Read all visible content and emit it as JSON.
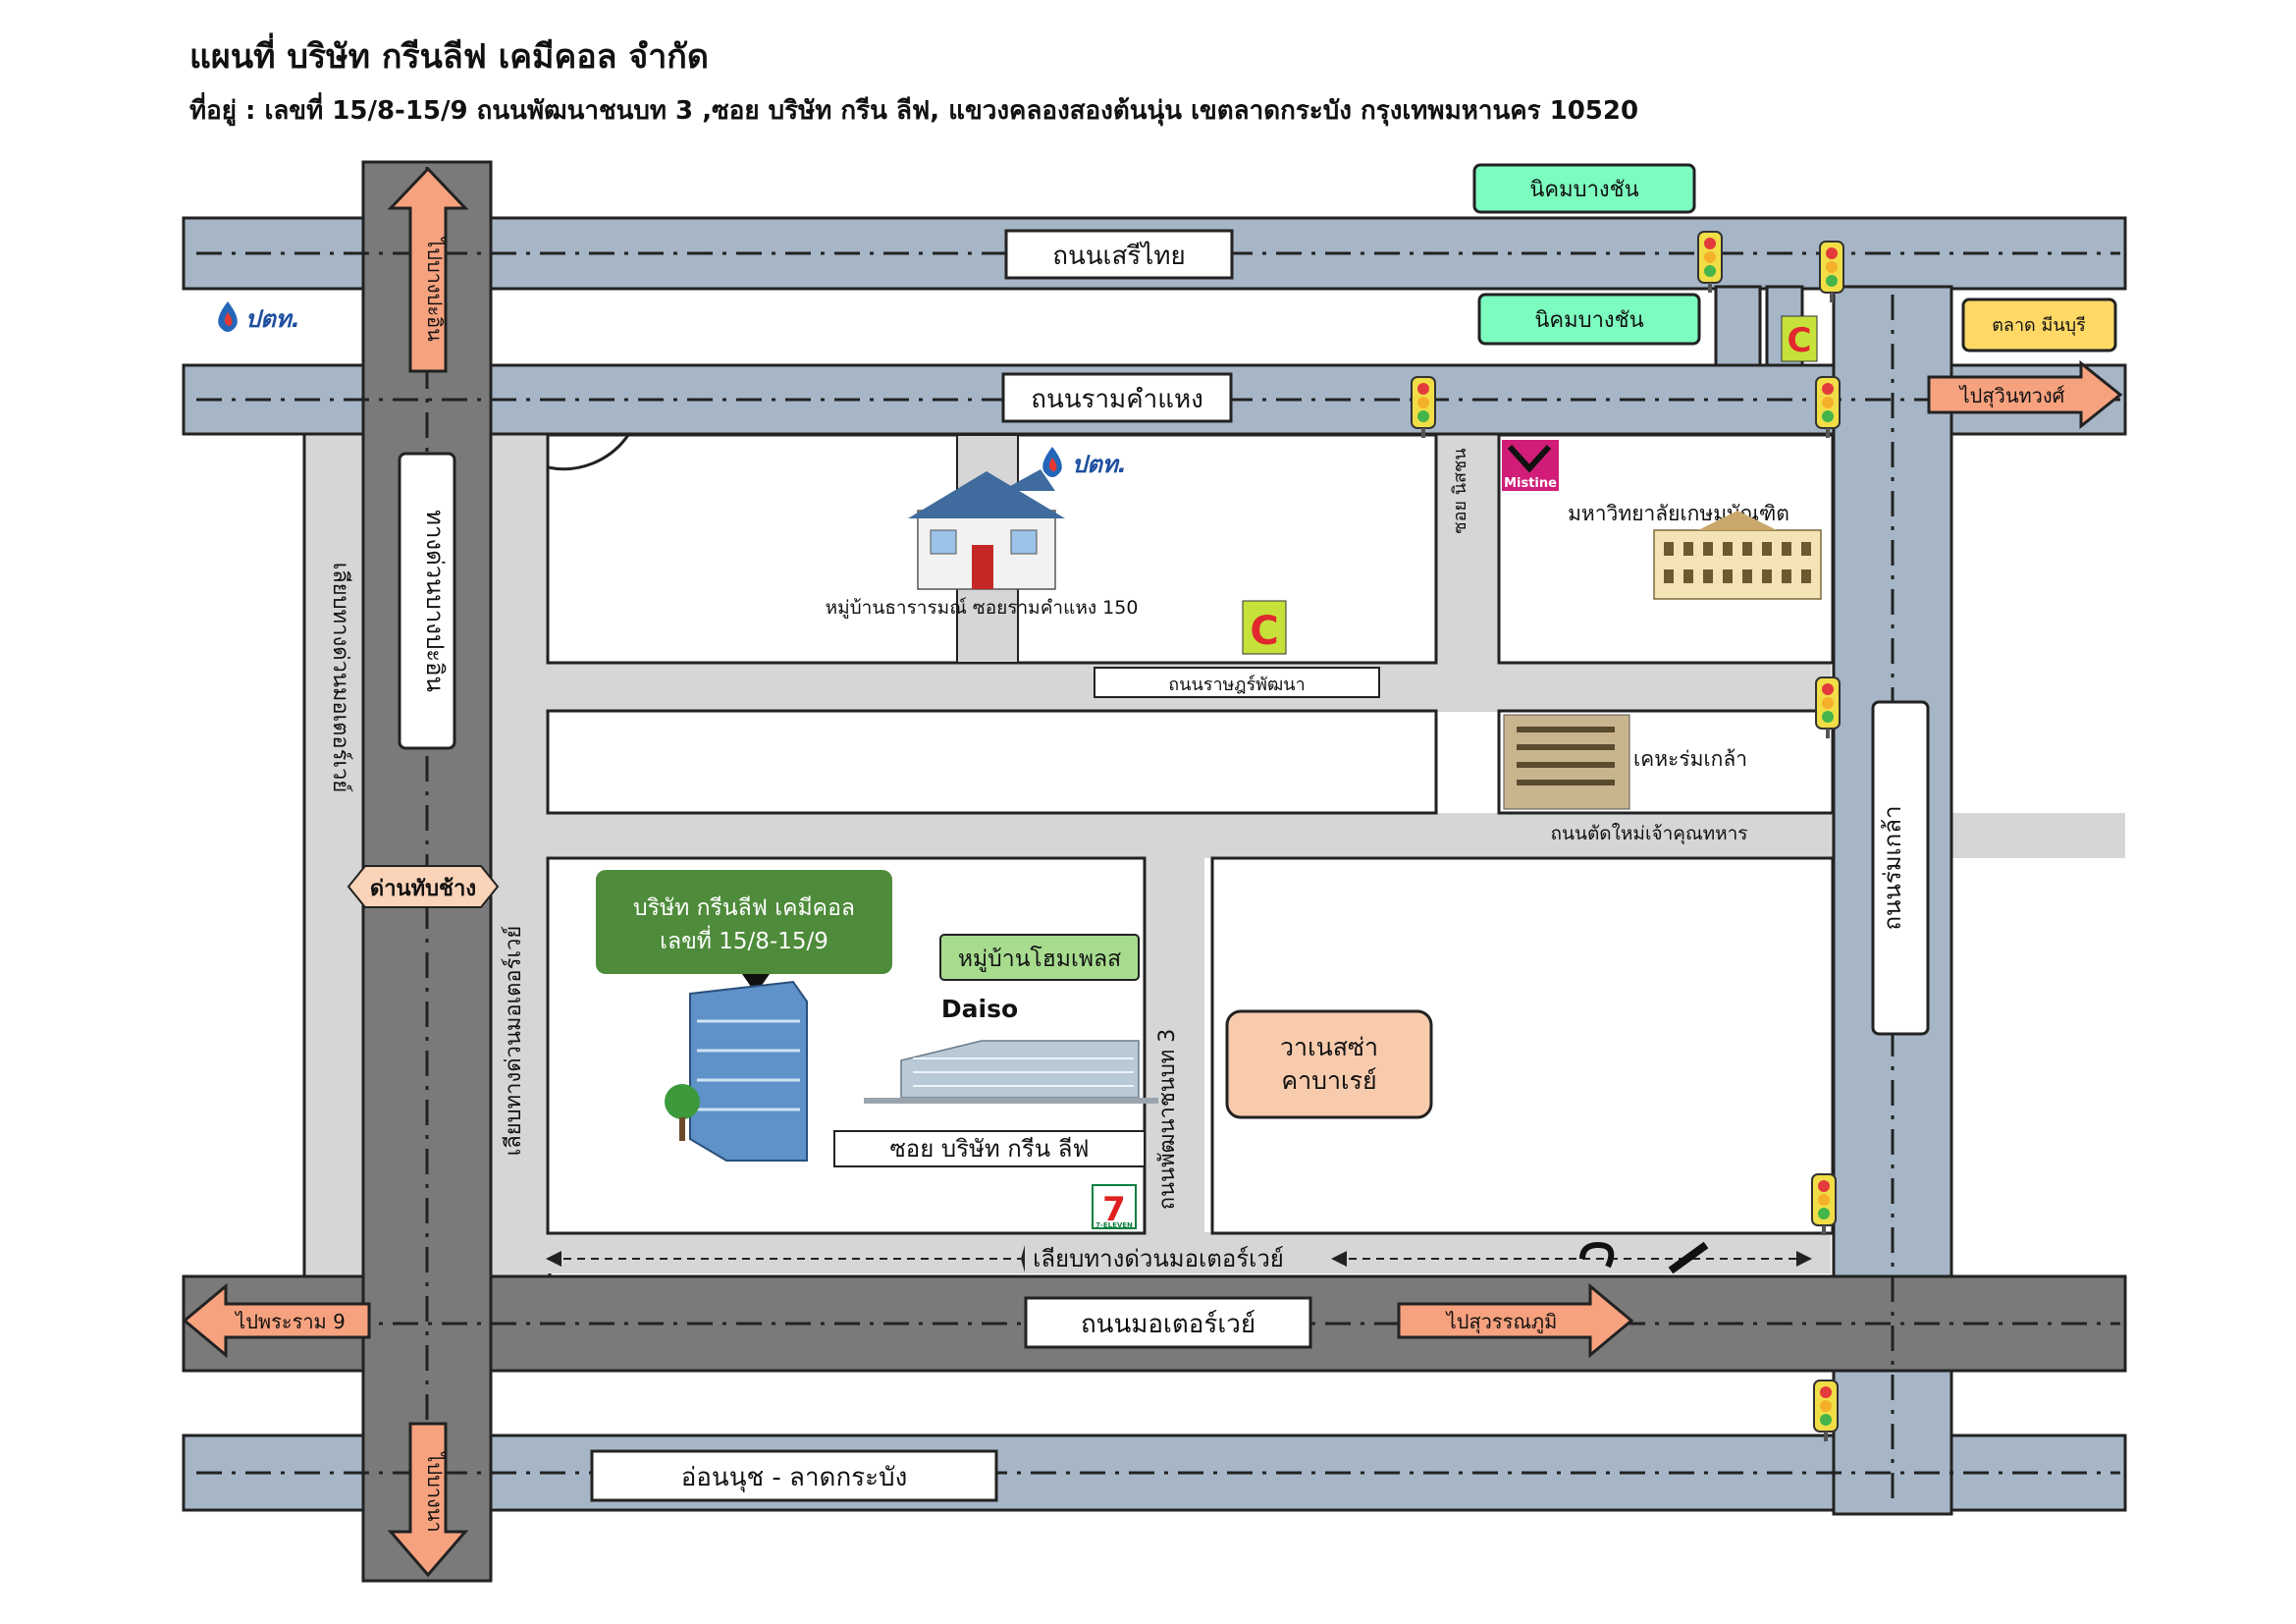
{
  "header": {
    "title": "แผนที่ บริษัท กรีนลีฟ เคมีคอล จำกัด",
    "address": "ที่อยู่ : เลขที่ 15/8-15/9 ถนนพัฒนาชนบท 3 ,ซอย บริษัท กรีน ลีฟ, แขวงคลองสองต้นนุ่น เขตลาดกระบัง กรุงเทพมหานคร 10520"
  },
  "roads": {
    "seri_thai": "ถนนเสรีไทย",
    "ramkhamhaeng": "ถนนรามคำแหง",
    "ratpattana": "ถนนราษฎร์พัฒนา",
    "chaokhun_thahan": "ถนนตัดใหม่เจ้าคุณทหาร",
    "motorway": "ถนนมอเตอร์เวย์",
    "onnut": "อ่อนนุช - ลาดกระบัง",
    "romklao": "ถนนร่มเกล้า",
    "pattana_chonnabot": "ถนนพัฒนาชนบท 3",
    "soi_greenleaf": "ซอย บริษัท กรีน ลีฟ",
    "soi_nisachon": "ซอย นิสชน",
    "frontage_left_outer": "เลียบทางด่วนมอเตอร์เวย์",
    "frontage_left_inner": "เลียบทางด่วนมอเตอร์เวย์",
    "frontage_bottom": "เลียบทางด่วนมอเตอร์เวย์",
    "bangprakong_way": "ทางด่วนบางปะอิน"
  },
  "arrows": {
    "north": "ไปบางปะอิน",
    "south": "ไปบางนา",
    "west": "ไปพระราม 9",
    "east_motorway": "ไปสุวรรณภูมิ",
    "east_ramkhamhaeng": "ไปสุวินทวงศ์"
  },
  "landmarks": {
    "nikhom_top": "นิคมบางชัน",
    "nikhom_second": "นิคมบางชัน",
    "market": "ตลาด มีนบุรี",
    "ptt_brand": "ปตท.",
    "village_tararom": "หมู่บ้านธารารมณ์ ซอยรามคำแหง 150",
    "university": "มหาวิทยาลัยเกษมบัณฑิต",
    "mistine": "Mistine",
    "kheha": "เคหะร่มเกล้า",
    "toll": "ด่านทับช้าง",
    "company_line1": "บริษัท กรีนลีฟ เคมีคอล",
    "company_line2": "เลขที่ 15/8-15/9",
    "home_place": "หมู่บ้านโฮมเพลส",
    "daiso": "Daiso",
    "vanessa_line1": "วาเนสซ่า",
    "vanessa_line2": "คาบาเรย์",
    "seven_eleven": "7-ELEVEN"
  },
  "colors": {
    "road_gray": "#a6b6c7",
    "expressway": "#7a7a7a",
    "local_road": "#d6d6d6",
    "arrow_fill": "#f7a27f",
    "green_box": "#7dfcc0",
    "company_green": "#4e8b3a",
    "home_green": "#a7dc8f",
    "market_yellow": "#ffd866",
    "vanessa_fill": "#f8cbad"
  }
}
